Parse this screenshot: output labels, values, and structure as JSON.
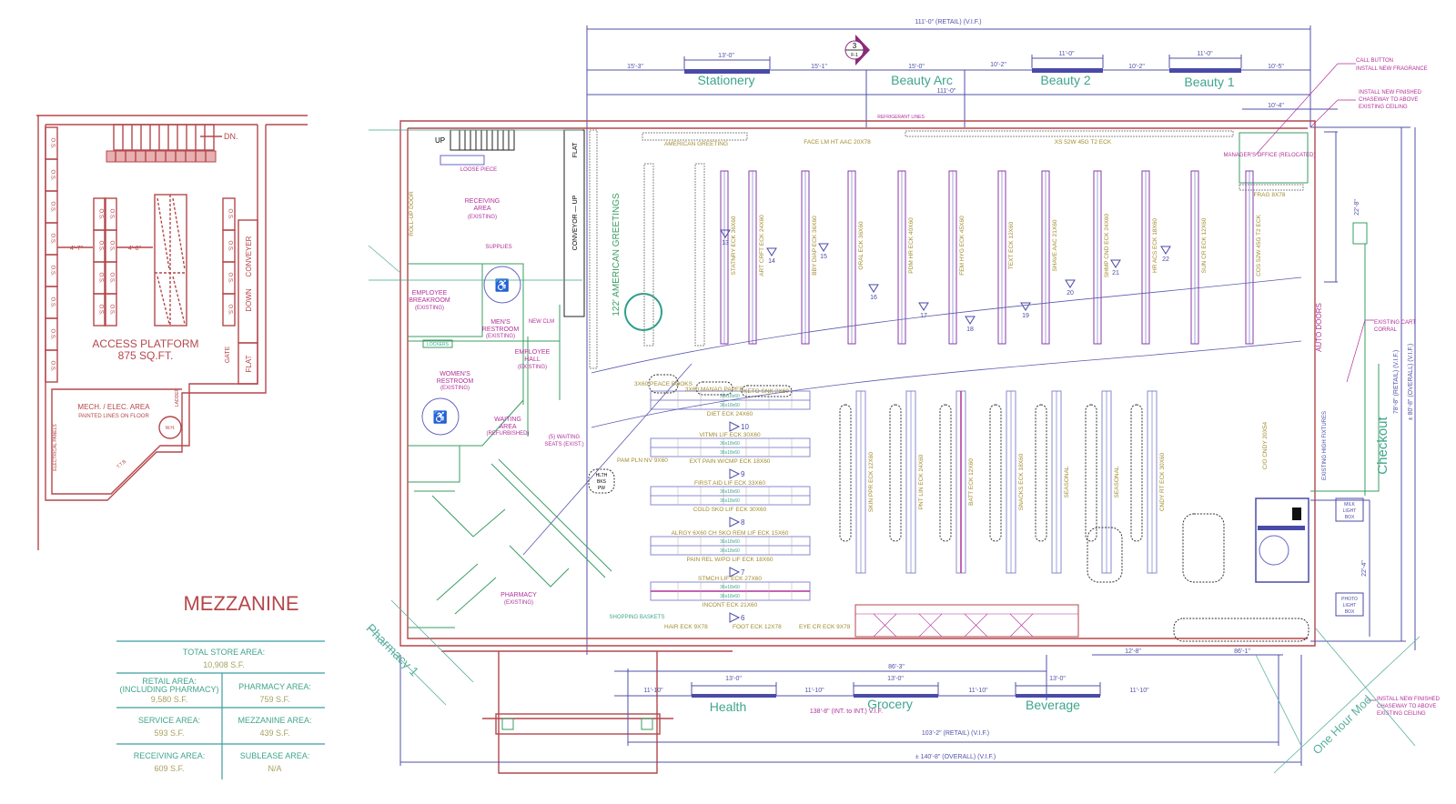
{
  "mezzanine": {
    "title": "MEZZANINE",
    "stairs_label": "DN.",
    "open_shelf": "O.S.",
    "dim_left": "4'-7\"",
    "dim_right": "4'-8\"",
    "conveyor": "CONVEYER",
    "down": "DOWN",
    "gate": "GATE",
    "flat": "FLAT",
    "platform": "ACCESS PLATFORM",
    "platform_area": "875 SQ.FT.",
    "mech": "MECH. / ELEC. AREA",
    "mech_note": "PAINTED LINES ON FLOOR",
    "ladder": "LADDER",
    "water_heater": "W.H.",
    "panels": "ELECTRICAL PANELS",
    "ttb": "T.T.B."
  },
  "area_table": {
    "total_label": "TOTAL STORE AREA:",
    "total_value": "10,908 S.F.",
    "retail_label": "RETAIL AREA:",
    "retail_sub": "(INCLUDING PHARMACY)",
    "retail_value": "9,580 S.F.",
    "pharmacy_label": "PHARMACY AREA:",
    "pharmacy_value": "759 S.F.",
    "service_label": "SERVICE AREA:",
    "service_value": "593 S.F.",
    "mezzanine_label": "MEZZANINE AREA:",
    "mezzanine_value": "439 S.F.",
    "receiving_label": "RECEIVING AREA:",
    "receiving_value": "609 S.F.",
    "sublease_label": "SUBLEASE AREA:",
    "sublease_value": "N/A"
  },
  "plan": {
    "top_overall": "111'-0\" (RETAIL) (V.I.F.)",
    "top_dims": [
      "15'-3\"",
      "13'-0\"",
      "15'-1\"",
      "15'-0\"",
      "10'-2\"",
      "11'-0\"",
      "10'-2\"",
      "11'-0\"",
      "10'-5\"",
      "111'-0\"",
      "10'-4\""
    ],
    "section_marker_num": "3",
    "section_marker_sheet": "F-1",
    "top_departments": [
      "Stationery",
      "Beauty Arc",
      "Beauty 2",
      "Beauty 1"
    ],
    "refrigerant": "REFRIGERANT LINES",
    "bottom_departments": [
      "Health",
      "Grocery",
      "Beverage"
    ],
    "bottom_dims": [
      "86'-3\"",
      "13'-0\"",
      "13'-0\"",
      "13'-0\"",
      "11'-10\"",
      "11'-10\"",
      "11'-10\"",
      "11'-10\"",
      "12'-8\"",
      "86'-1\""
    ],
    "int_dim": "138'-8\" (INT. to INT.) V.I.F.",
    "retail_dim": "103'-2\" (RETAIL) (V.I.F.)",
    "overall_dim": "± 140'-8\" (OVERALL) (V.I.F.)",
    "right_dims": [
      "22'-8\"",
      "78'-8\" (RETAIL) (V.I.F.)",
      "± 80'-8\" (OVERALL) (V.I.F.)",
      "22'-4\""
    ],
    "checkout": "Checkout",
    "pharmacy_zone": "Pharmacy 1",
    "one_hour": "One Hour Mod",
    "notes": {
      "call_button": "CALL BUTTON",
      "fragrance": "INSTALL NEW FRAGRANCE",
      "chase1": "INSTALL NEW FINISHED",
      "chase2": "CHASEWAY TO ABOVE",
      "chase3": "EXISTING CEILING",
      "cart1": "EXISTING CART",
      "cart2": "CORRAL"
    },
    "auto_doors": "AUTO DOORS",
    "milk_box": [
      "MILK",
      "LIGHT",
      "BOX"
    ],
    "photo_box": [
      "PHOTO",
      "LIGHT",
      "BOX"
    ],
    "greetings": "122' AMERICAN GREETINGS",
    "greeting_top": "AMERICAN GREETING",
    "face_label": "FACE LM HT AAC 20X78",
    "cos_label": "XS 52W 45G T2 ECK",
    "manager": "MANAGER'S OFFICE (RELOCATED)",
    "rooms": {
      "up": "UP",
      "loose": "LOOSE PIECE",
      "receiving": "RECEIVING",
      "receiving2": "AREA",
      "existing": "(EXISTING)",
      "supplies": "SUPPLIES",
      "rollup": "ROLL-UP DOOR",
      "breakroom1": "EMPLOYEE",
      "breakroom2": "BREAKROOM",
      "mens1": "MEN'S",
      "mens2": "RESTROOM",
      "womens1": "WOMEN'S",
      "womens2": "RESTROOM",
      "hall1": "EMPLOYEE",
      "hall2": "HALL",
      "new_clm": "NEW CLM",
      "lockers": "LOCKERS",
      "conveyor": "CONVEYOR — UP",
      "flat": "FLAT",
      "waiting1": "WAITING",
      "waiting2": "AREA",
      "waiting3": "(REFURBISHED)",
      "seats1": "(5) WAITING",
      "seats2": "SEATS (EXIST.)",
      "pharmacy": "PHARMACY",
      "shopping_baskets": "SHOPPING BASKETS"
    },
    "top_aisles": [
      "STATNRY ECK 36X60",
      "ART CRFT ECK 24X60",
      "BBY DIAP ECK 36X60",
      "ORAL ECK 36X60",
      "PDM HR ECK 40X60",
      "FEM HYG ECK 45X60",
      "TEXT ECK 12X60",
      "SHAVE AAC 21X60",
      "SHMP CND ECK 24X60",
      "HR ACS ECK 18X60",
      "SUN CR ECK 12X60",
      "COS 52W 45G T2 ECK",
      "FRAG 8X78"
    ],
    "top_aisle_numbers": [
      "13",
      "14",
      "15",
      "16",
      "17",
      "18",
      "19",
      "20",
      "21",
      "22"
    ],
    "health_aisles": [
      {
        "top": "",
        "bottom": "DIET ECK 24X60",
        "num": "10"
      },
      {
        "top": "VITMN LIF ECK 30X60",
        "bottom": "EXT PAIN W/CMP ECK 18X60",
        "num": "9"
      },
      {
        "top": "FIRST AID LIF ECK 33X60",
        "bottom": "COLD SKO LIF ECK 30X60",
        "num": "8"
      },
      {
        "top": "ALRGY 6X60  CH SKO REM LIF ECK 15X60",
        "bottom": "PAIN REL W/PO LIF ECK 18X60",
        "num": "7"
      },
      {
        "top": "STMCH LIF ECK 27X60",
        "bottom": "INCONT ECK 21X60",
        "num": "6"
      }
    ],
    "shelf_size": "36x18x60",
    "front_wall": [
      "HAIR ECK 9X78",
      "FOOT ECK 12X78",
      "EYE CR ECK 9X78"
    ],
    "pam_label": "PAM PLN NV 9X60",
    "grocery_aisles": [
      "SKIN PPR ECK 12X60",
      "PNT LIN ECK 24X60",
      "BATT ECK 12X60",
      "SNACKS ECK 18X60",
      "SEASONAL",
      "SEASONAL",
      "CNDY RT ECK 30X60"
    ],
    "co_candy": "C/O CNDY 20X54",
    "existing_high": "EXISTING HIGH FIXTURES",
    "clouds": [
      "3X60 PEACE BOOKS",
      "3X60 MANAG PAPER",
      "KETO SNK 2X60"
    ],
    "hlth_cloud": [
      "HLTH",
      "BKS",
      "PW"
    ]
  }
}
